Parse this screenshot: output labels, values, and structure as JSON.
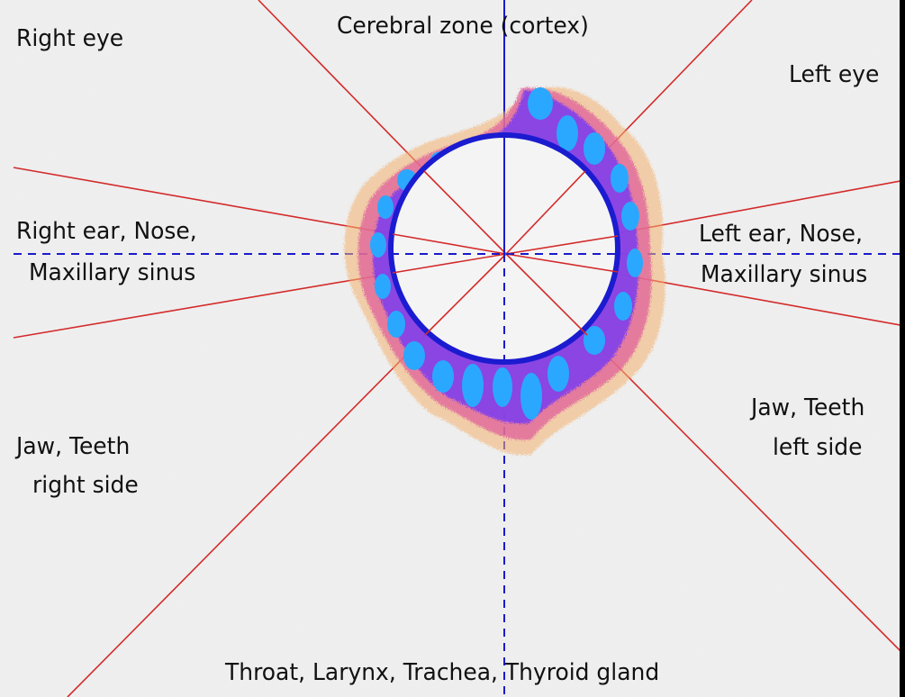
{
  "labels": {
    "cerebral_zone": "Cerebral zone (cortex)",
    "right_eye": "Right eye",
    "left_eye": "Left eye",
    "right_ear_line1": "Right ear, Nose,",
    "right_ear_line2": "Maxillary sinus",
    "left_ear_line1": "Left ear, Nose,",
    "left_ear_line2": "Maxillary sinus",
    "jaw_right_line1": "Jaw, Teeth",
    "jaw_right_line2": "right side",
    "jaw_left_line1": "Jaw, Teeth",
    "jaw_left_line2": "left side",
    "throat": "Throat, Larynx, Trachea, Thyroid gland"
  },
  "colors": {
    "background": "#000000",
    "panel": "#f1f1f1",
    "sector_lines": "#d42a2a",
    "axis_lines": "#1a1acc",
    "ring": "#1b1bd0",
    "glow_inner": "#2aa8ff",
    "glow_mid": "#7a3cf0",
    "glow_outer": "#e0609a",
    "glow_edge": "#f3b070",
    "text": "#111111"
  }
}
